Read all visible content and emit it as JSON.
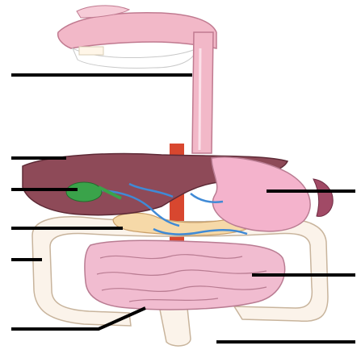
{
  "diagram": {
    "colors": {
      "background": "#ffffff",
      "leader_line": "#000000",
      "mouth_esophagus": "#f2b8c8",
      "liver": "#8e4a58",
      "stomach": "#f4b3cc",
      "gallbladder": "#3aa34a",
      "pancreas": "#f6d9a8",
      "small_intestine": "#f1bcd0",
      "large_intestine": "#fbf3ea",
      "aorta": "#d8472f",
      "vessels_blue": "#3f8ad6",
      "spleen": "#a14a66"
    },
    "labels": [
      {
        "id": "label-1",
        "text": ""
      },
      {
        "id": "label-2",
        "text": ""
      },
      {
        "id": "label-3",
        "text": ""
      },
      {
        "id": "label-4",
        "text": ""
      },
      {
        "id": "label-5",
        "text": ""
      },
      {
        "id": "label-6",
        "text": ""
      },
      {
        "id": "label-7",
        "text": ""
      },
      {
        "id": "label-8",
        "text": ""
      },
      {
        "id": "label-9",
        "text": ""
      }
    ]
  }
}
